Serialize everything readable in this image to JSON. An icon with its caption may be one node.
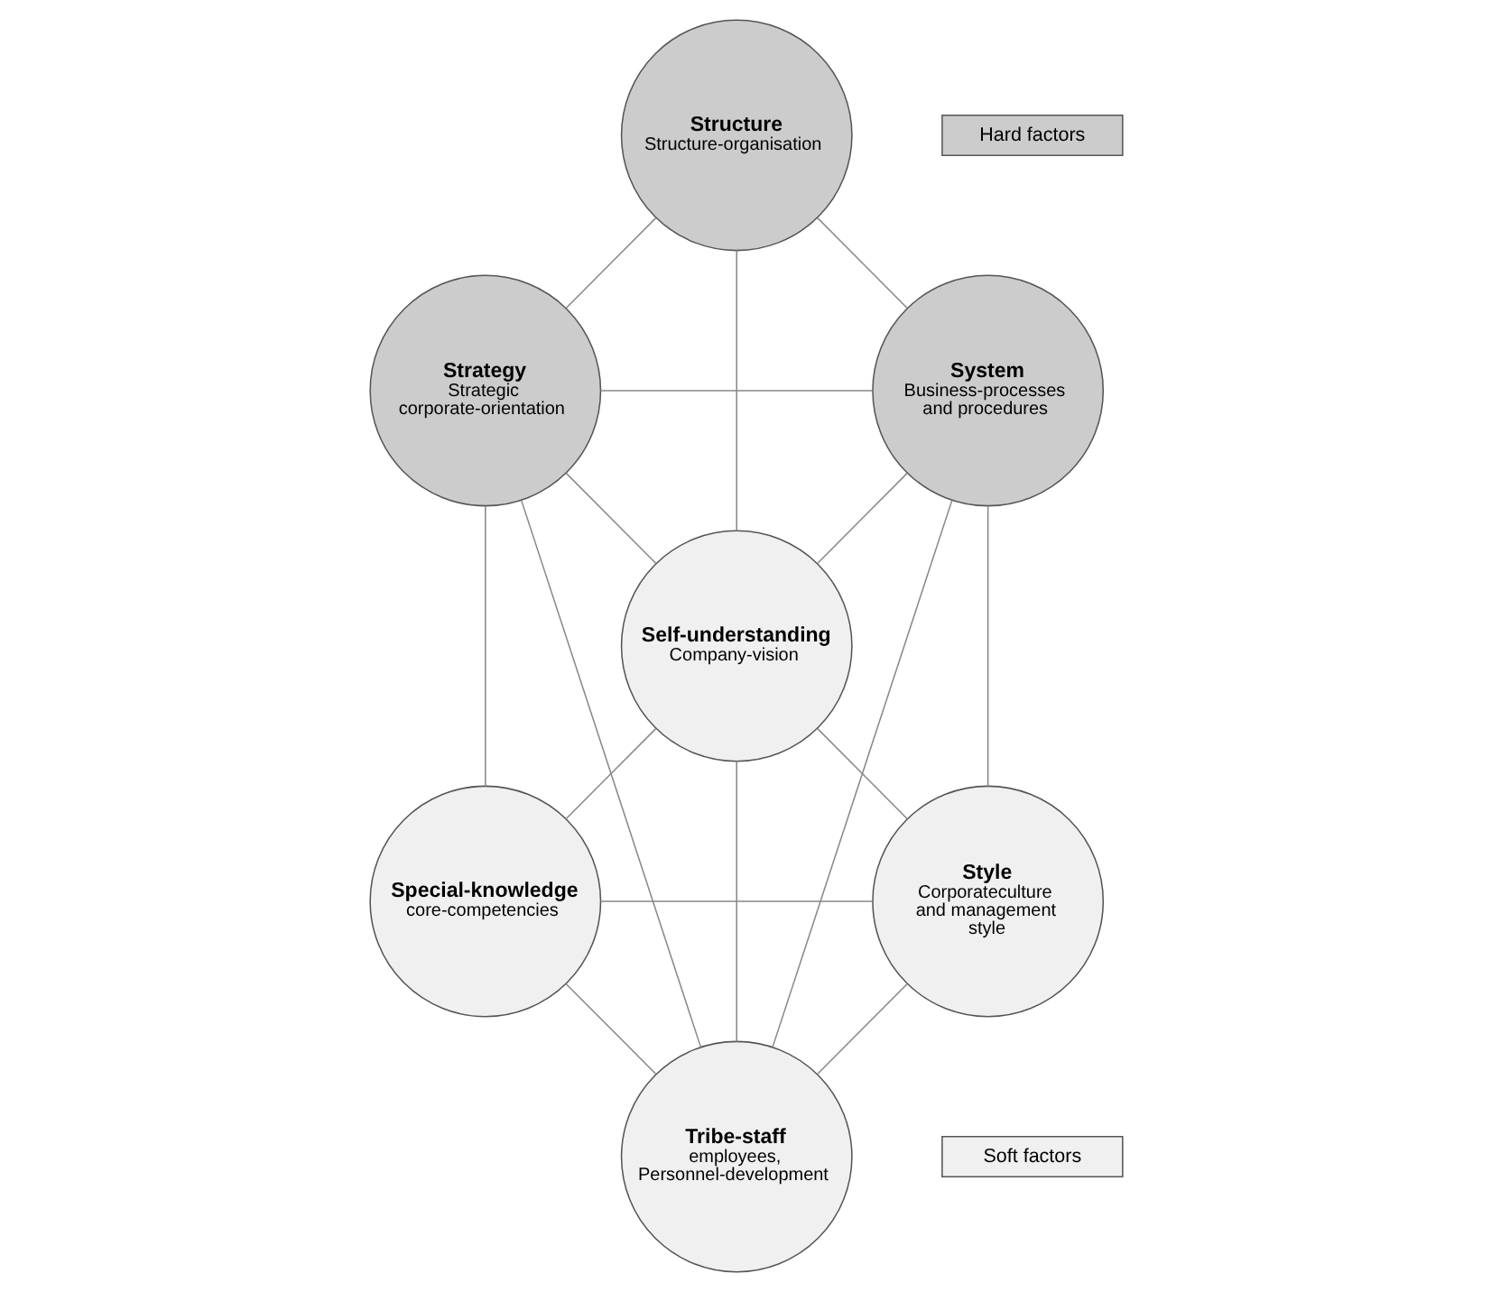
{
  "diagram": {
    "nodes": [
      {
        "text": [
          "Structure",
          "Structure-organisation"
        ]
      },
      {
        "text": [
          "Strategy",
          "Strategic corporate-orientation"
        ]
      },
      {
        "text": [
          "System",
          "Business-processes and procedures"
        ]
      },
      {
        "text": [
          "Self-understanding",
          "Company-vision"
        ]
      },
      {
        "text": [
          "Special-knowledge",
          "core-competencies"
        ]
      },
      {
        "text": [
          "Style",
          "Corporateculture and management style"
        ]
      },
      {
        "text": [
          "Tribe-staff",
          "employees, Personnel-development"
        ]
      }
    ],
    "edges": [
      {
        "from": 1,
        "to": 0,
        "arrow": "none"
      },
      {
        "from": 0,
        "to": 2,
        "arrow": "none"
      },
      {
        "from": 1,
        "to": 2,
        "arrow": "none"
      },
      {
        "from": 0,
        "to": 3,
        "arrow": "none"
      },
      {
        "from": 1,
        "to": 3,
        "arrow": "none"
      },
      {
        "from": 2,
        "to": 3,
        "arrow": "none"
      },
      {
        "from": 1,
        "to": 4,
        "arrow": "none"
      },
      {
        "from": 1,
        "to": 6,
        "arrow": "none"
      },
      {
        "from": 2,
        "to": 5,
        "arrow": "none"
      },
      {
        "from": 2,
        "to": 6,
        "arrow": "none"
      },
      {
        "from": 3,
        "to": 4,
        "arrow": "none"
      },
      {
        "from": 3,
        "to": 5,
        "arrow": "none"
      },
      {
        "from": 3,
        "to": 6,
        "arrow": "none"
      },
      {
        "from": 4,
        "to": 5,
        "arrow": "none"
      },
      {
        "from": 4,
        "to": 6,
        "arrow": "none"
      },
      {
        "from": 5,
        "to": 6,
        "arrow": "none"
      }
    ],
    "legend": [
      {
        "text": "Hard factors",
        "color": "#cccccc"
      },
      {
        "text": "Soft factors",
        "color": "#f0f0f0"
      }
    ]
  }
}
